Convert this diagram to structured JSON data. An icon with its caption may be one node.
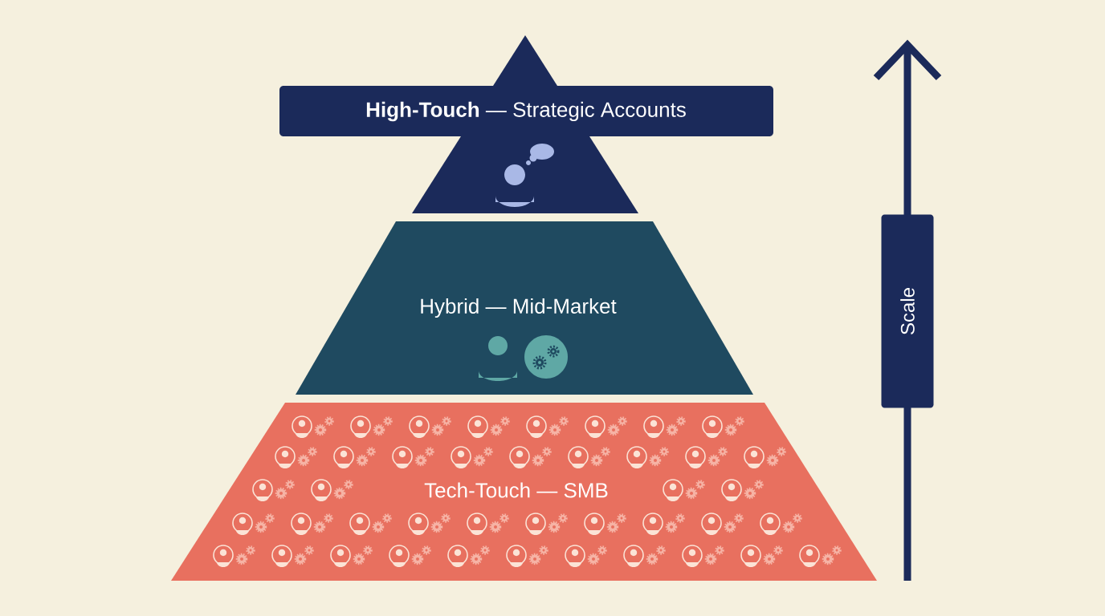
{
  "diagram": {
    "nodes": [
      {
        "text": [
          "**High-Touch** — Strategic Accounts"
        ]
      },
      {
        "text": [
          "Hybrid — Mid-Market"
        ]
      },
      {
        "text": [
          "Tech-Touch — SMB"
        ]
      },
      {
        "text": [
          "Scale"
        ]
      }
    ]
  }
}
